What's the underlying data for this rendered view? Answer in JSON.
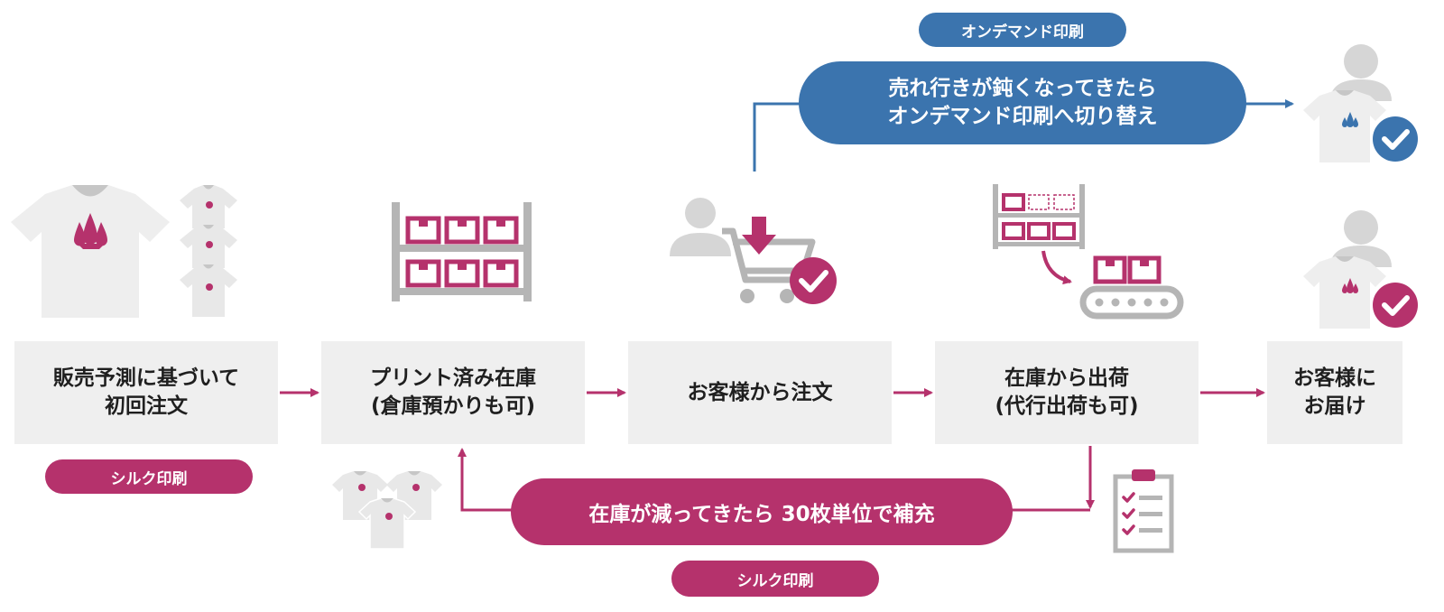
{
  "colors": {
    "magenta": "#b5326c",
    "blue": "#3b74ae",
    "gray_box": "#efefef",
    "icon_gray": "#b5b5b5",
    "shirt": "#eeeeee"
  },
  "steps": [
    {
      "id": "forecast",
      "lines": [
        "販売予測に基づいて",
        "初回注文"
      ]
    },
    {
      "id": "stock",
      "lines": [
        "プリント済み在庫",
        "(倉庫預かりも可)"
      ]
    },
    {
      "id": "order",
      "lines": [
        "お客様から注文"
      ]
    },
    {
      "id": "ship",
      "lines": [
        "在庫から出荷",
        "(代行出荷も可)"
      ]
    },
    {
      "id": "deliver",
      "lines": [
        "お客様に",
        "お届け"
      ]
    }
  ],
  "labels": {
    "silk_print_first": "シルク印刷",
    "silk_print_restock": "シルク印刷",
    "on_demand_print": "オンデマンド印刷"
  },
  "callouts": {
    "switch_on_demand": [
      "売れ行きが鈍くなってきたら",
      "オンデマンド印刷へ切り替え"
    ],
    "restock": "在庫が減ってきたら 30枚単位で補充"
  },
  "icons": [
    "tshirt-icon",
    "small-tshirt-stack-icon",
    "warehouse-shelf-icon",
    "customer-cart-icon",
    "shipping-conveyor-icon",
    "customer-checked-icon",
    "checklist-icon",
    "tshirt-pile-icon"
  ]
}
